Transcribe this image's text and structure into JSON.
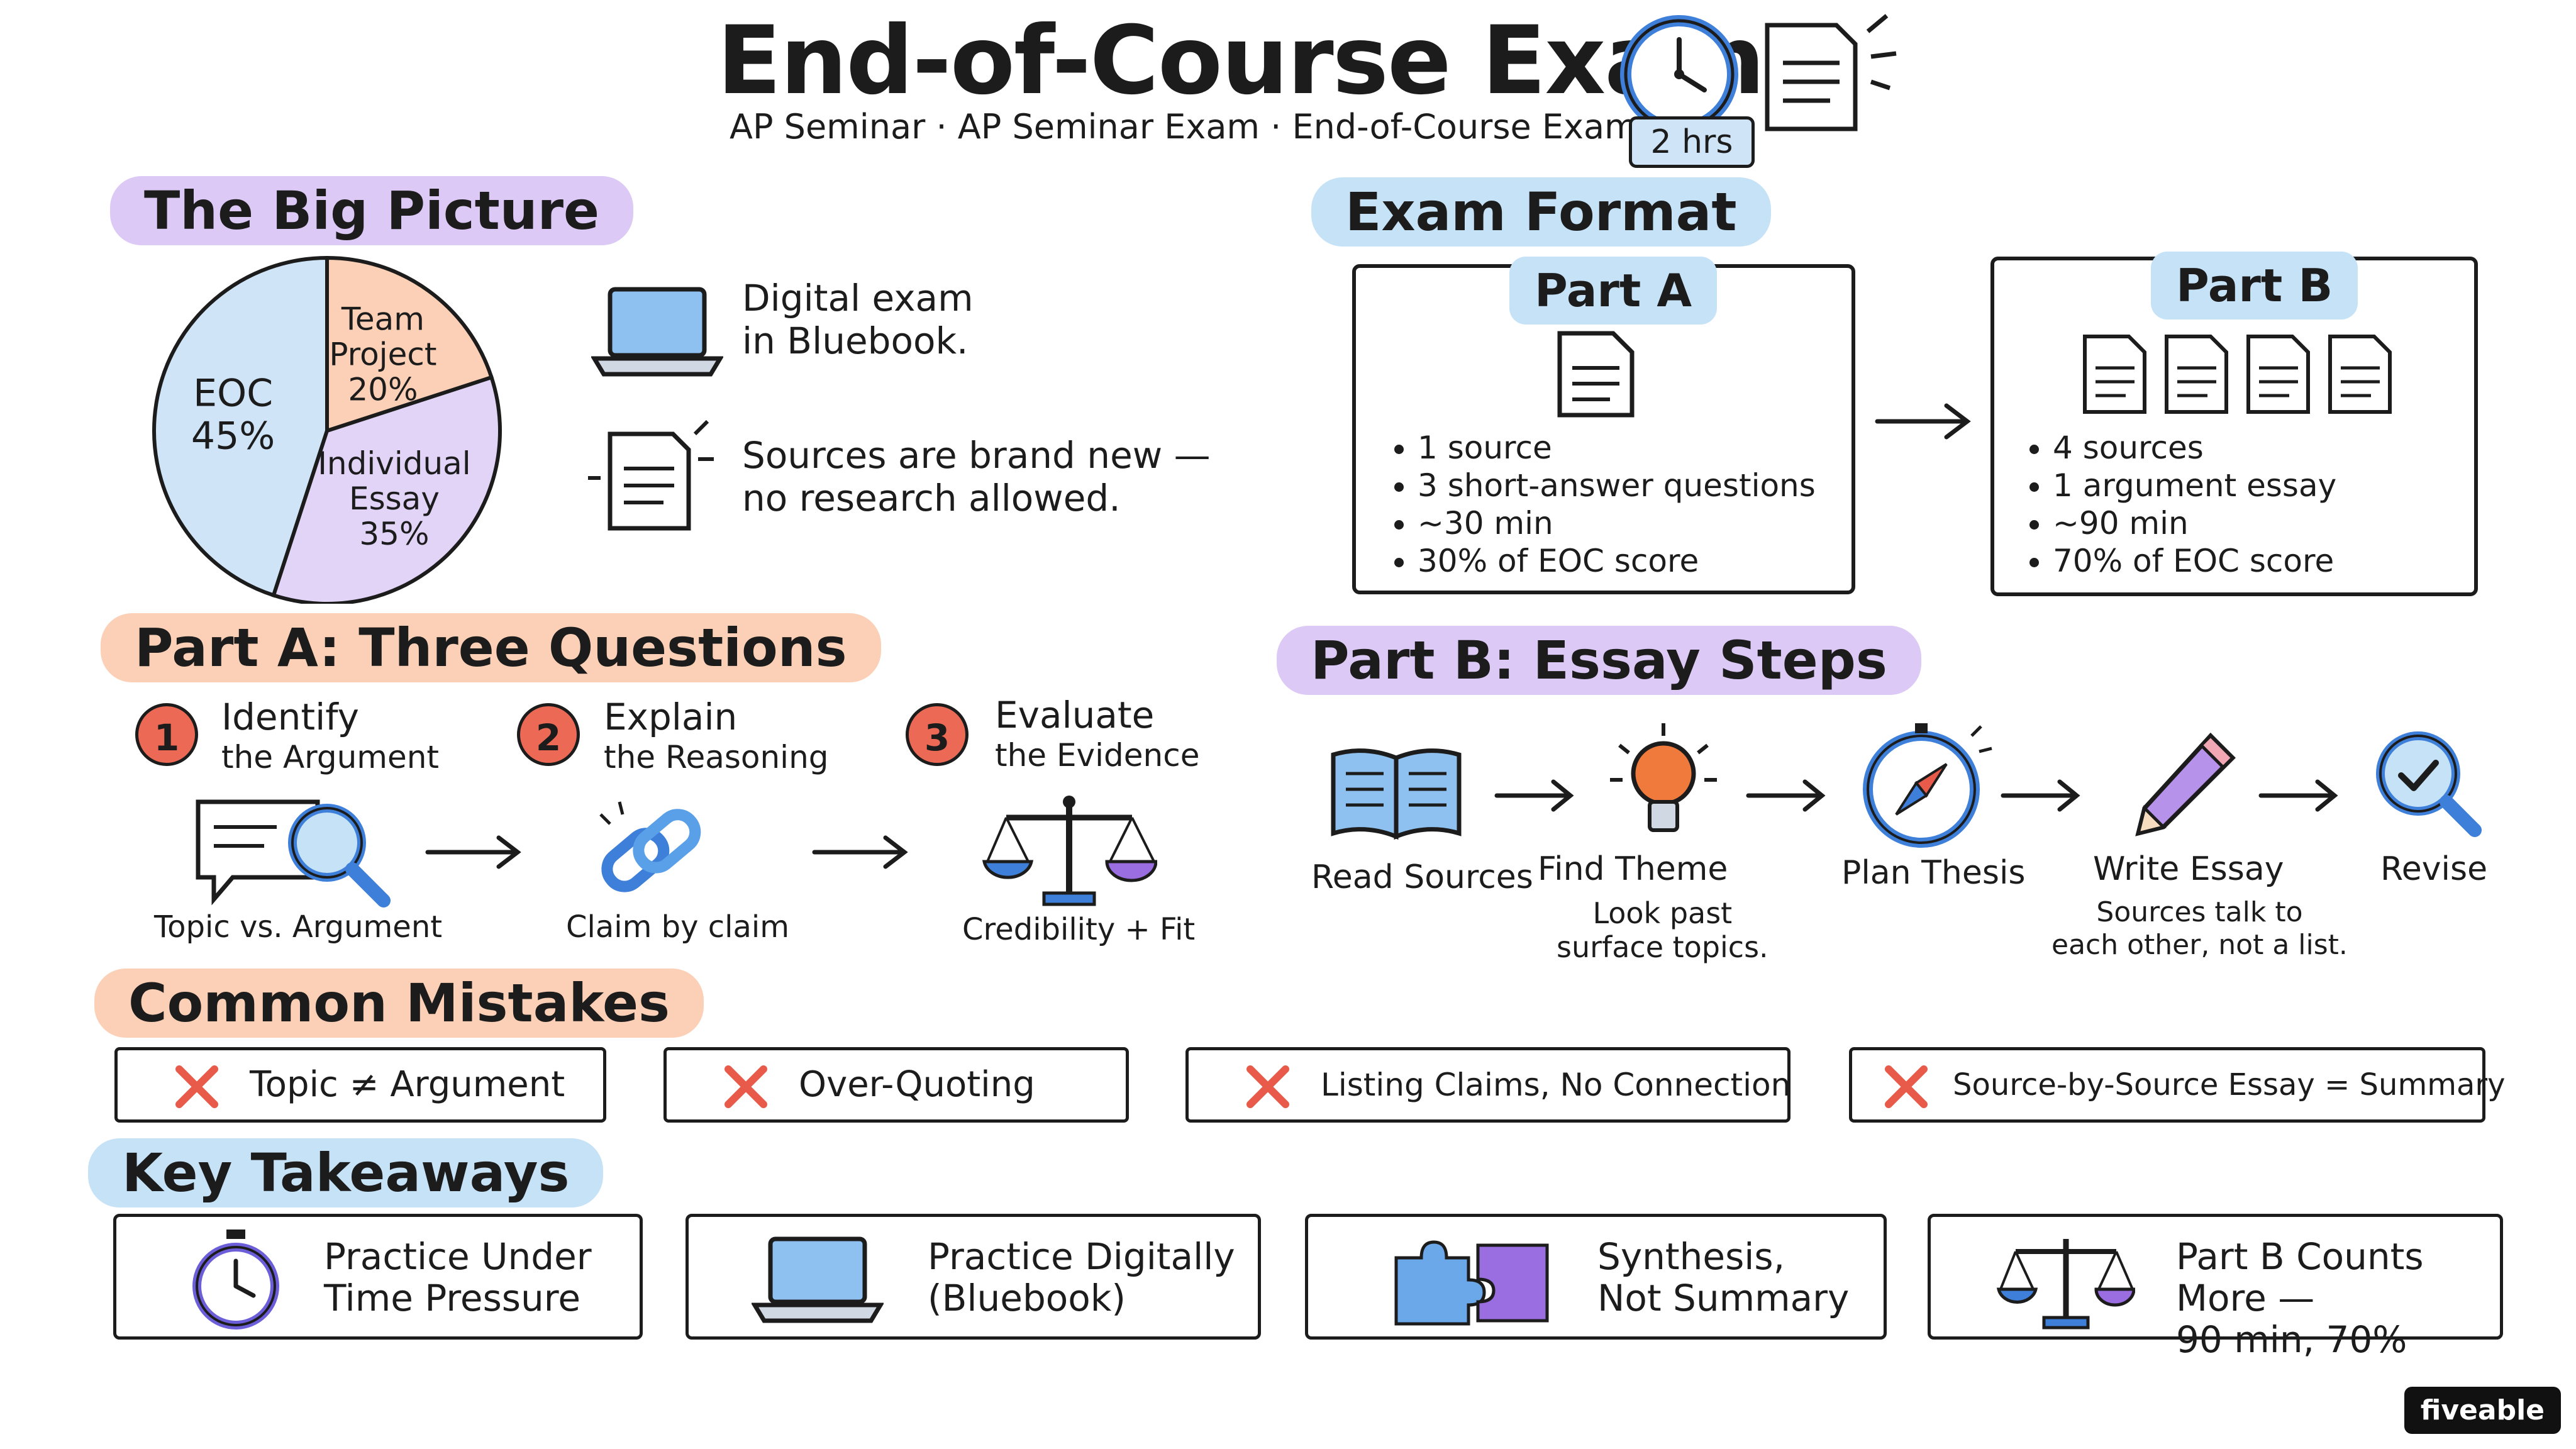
{
  "header": {
    "title": "End-of-Course Exam.",
    "subtitle": "AP Seminar · AP Seminar Exam · End-of-Course Exam.",
    "duration_badge": "2 hrs"
  },
  "big_picture": {
    "heading": "The Big Picture",
    "digital": "Digital exam\nin Bluebook.",
    "sources": "Sources are brand new —\nno research allowed."
  },
  "chart_data": {
    "type": "pie",
    "categories": [
      "EOC",
      "Team Project",
      "Individual Essay"
    ],
    "values": [
      45,
      20,
      35
    ],
    "labels": [
      "EOC\n45%",
      "Team\nProject\n20%",
      "Individual\nEssay\n35%"
    ],
    "colors": [
      "#cfe4f7",
      "#fbd0b6",
      "#e2d4f7"
    ]
  },
  "exam_format": {
    "heading": "Exam Format",
    "part_a": {
      "title": "Part A",
      "bullets": [
        "1 source",
        "3 short-answer questions",
        "~30 min",
        "30% of EOC score"
      ]
    },
    "part_b": {
      "title": "Part B",
      "bullets": [
        "4 sources",
        "1 argument essay",
        "~90 min",
        "70% of EOC score"
      ]
    }
  },
  "part_a_questions": {
    "heading": "Part A: Three Questions",
    "steps": [
      {
        "num": "1",
        "title": "Identify",
        "sub": "the Argument",
        "caption": "Topic vs. Argument"
      },
      {
        "num": "2",
        "title": "Explain",
        "sub": "the Reasoning",
        "caption": "Claim by claim"
      },
      {
        "num": "3",
        "title": "Evaluate",
        "sub": "the Evidence",
        "caption": "Credibility + Fit"
      }
    ]
  },
  "part_b_steps": {
    "heading": "Part B: Essay Steps",
    "steps": [
      {
        "title": "Read Sources",
        "note": ""
      },
      {
        "title": "Find Theme",
        "note": "Look past\nsurface topics."
      },
      {
        "title": "Plan Thesis",
        "note": ""
      },
      {
        "title": "Write Essay",
        "note": "Sources talk to\neach other, not a list."
      },
      {
        "title": "Revise",
        "note": ""
      }
    ]
  },
  "mistakes": {
    "heading": "Common Mistakes",
    "items": [
      "Topic ≠ Argument",
      "Over-Quoting",
      "Listing Claims, No Connection",
      "Source-by-Source Essay = Summary"
    ]
  },
  "takeaways": {
    "heading": "Key Takeaways",
    "items": [
      "Practice Under\nTime Pressure",
      "Practice Digitally\n(Bluebook)",
      "Synthesis,\nNot Summary",
      "Part B Counts More —\n90 min, 70%"
    ]
  },
  "brand": "fiveable",
  "colors": {
    "accent_red": "#ec6a55",
    "icon_blue": "#3d7fd9",
    "icon_purple": "#9a6ee0"
  }
}
